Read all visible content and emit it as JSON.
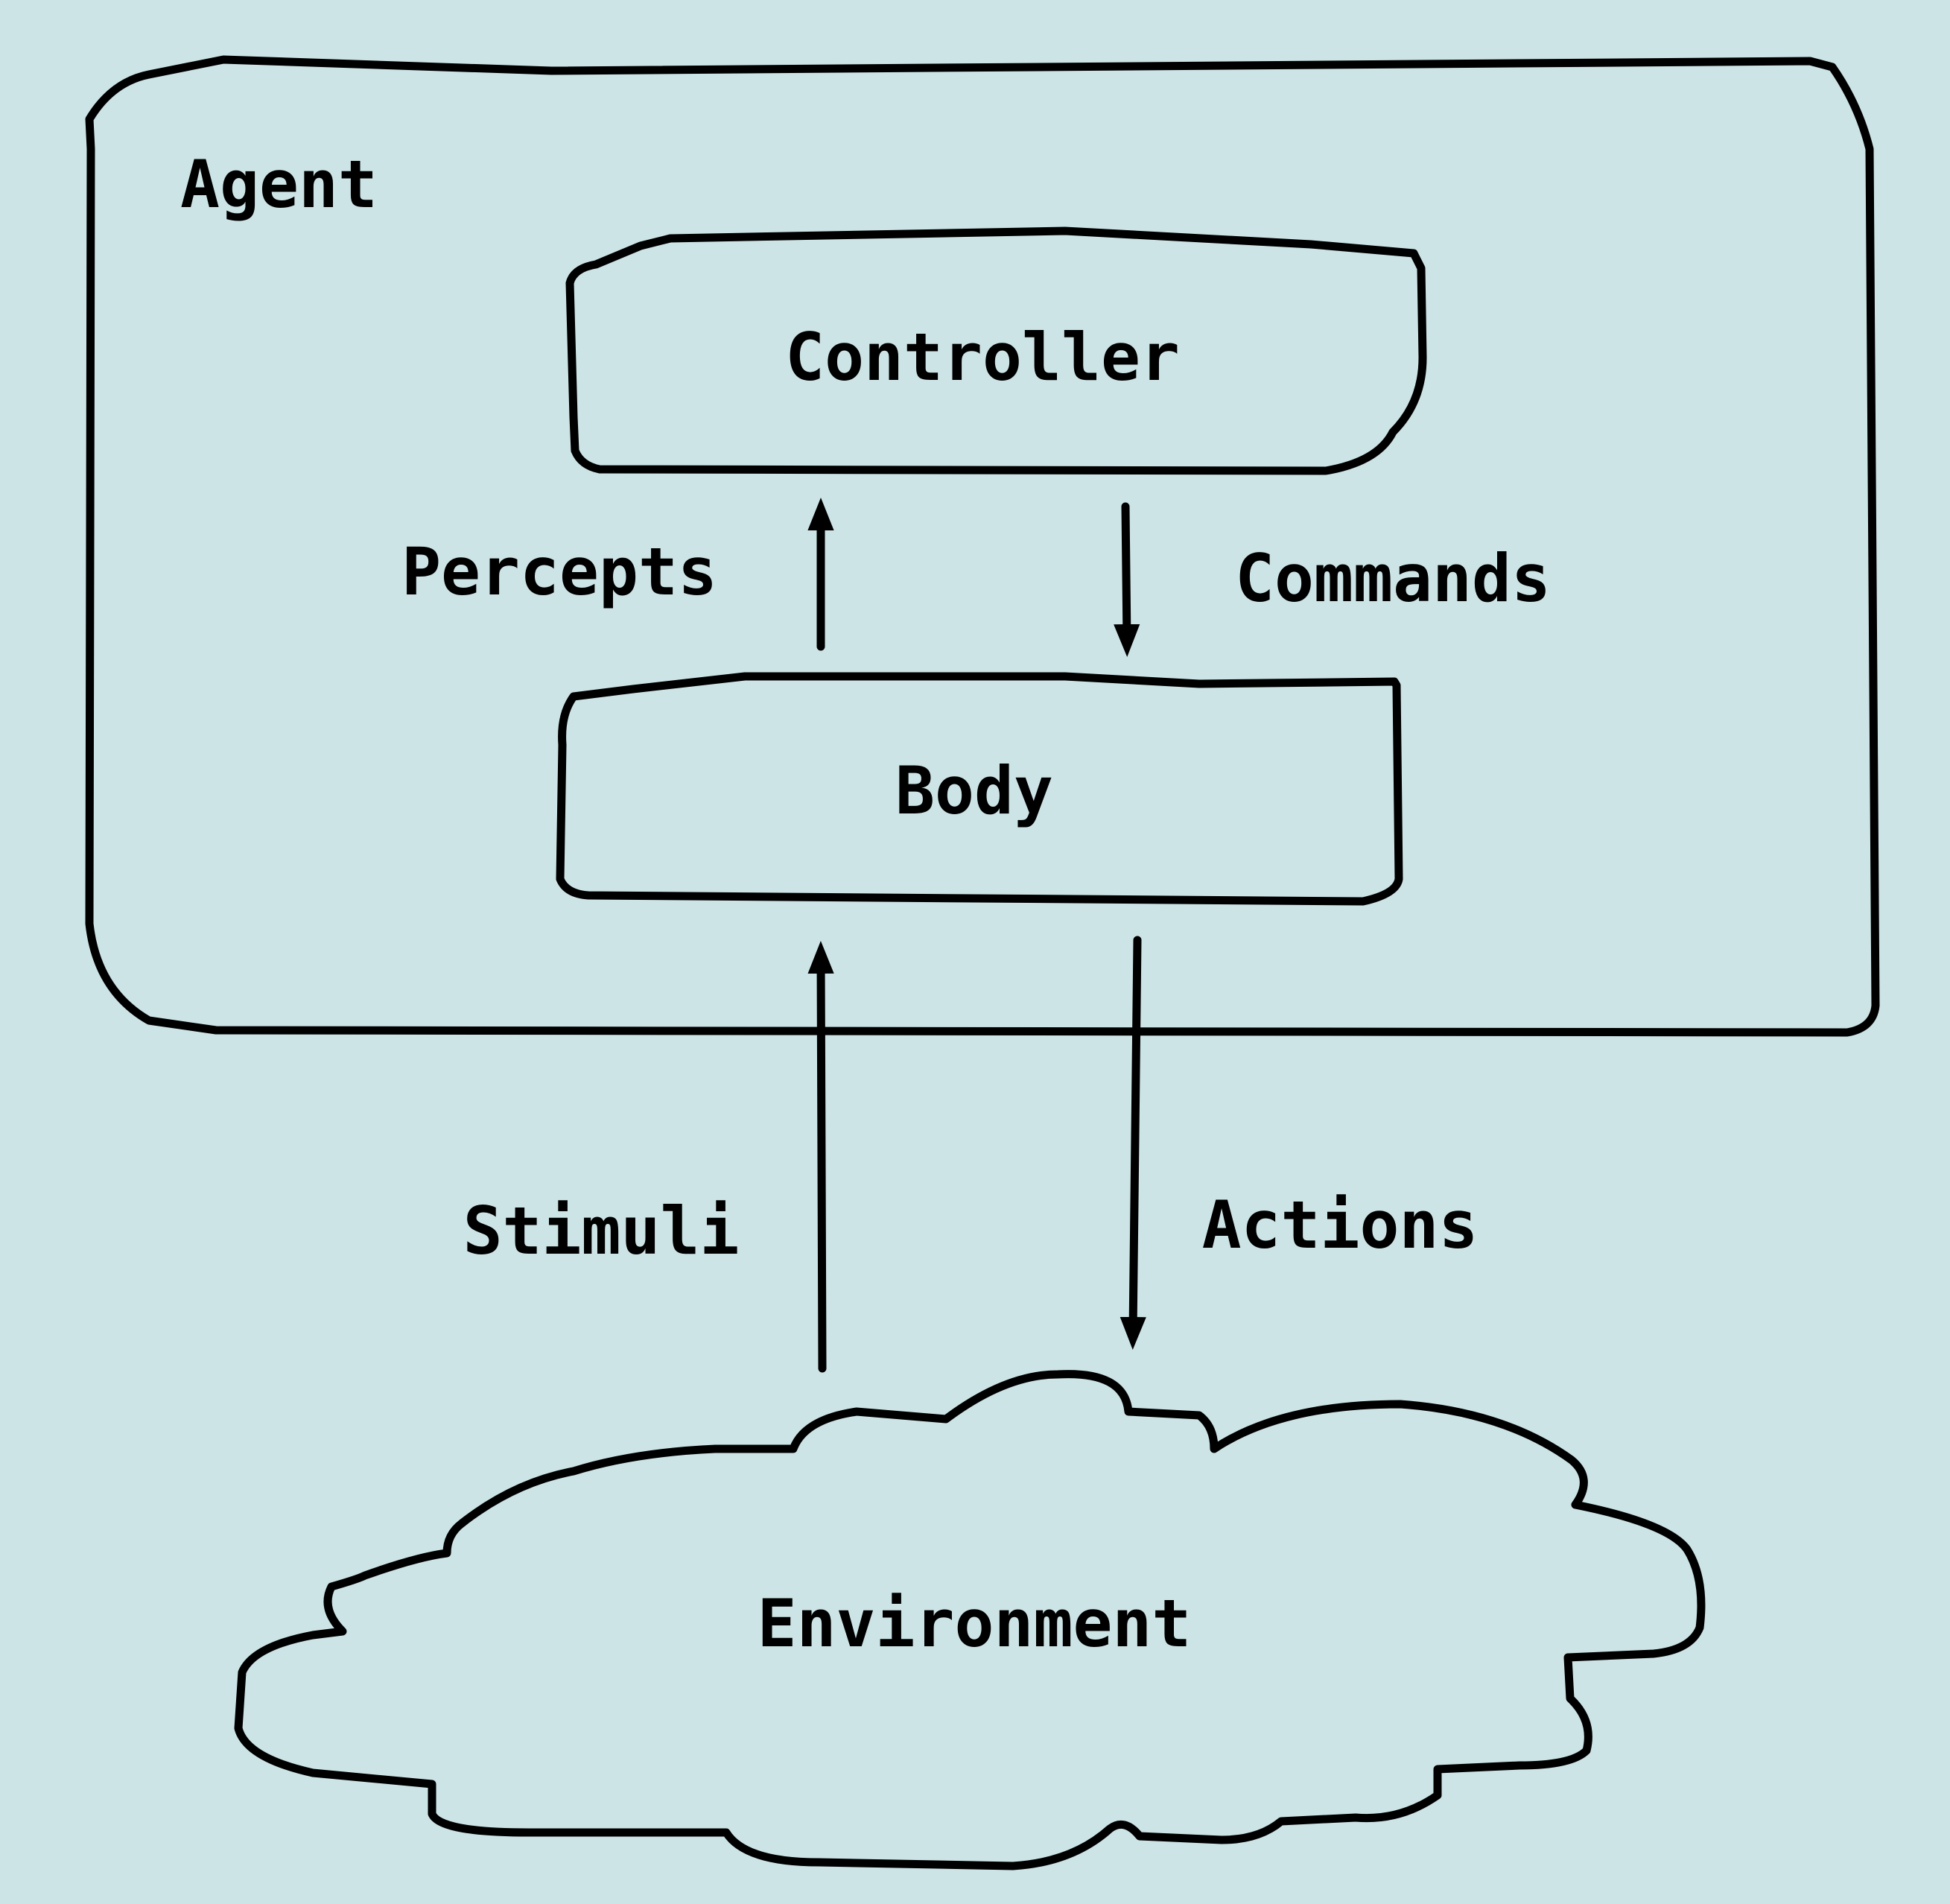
{
  "colors": {
    "background": "#cde4e6",
    "stroke": "#000000"
  },
  "agent": {
    "label": "Agent"
  },
  "controller": {
    "label": "Controller"
  },
  "body": {
    "label": "Body"
  },
  "environment": {
    "label": "Environment"
  },
  "edges": {
    "percepts": "Percepts",
    "commands": "Commands",
    "stimuli": "Stimuli",
    "actions": "Actions"
  }
}
